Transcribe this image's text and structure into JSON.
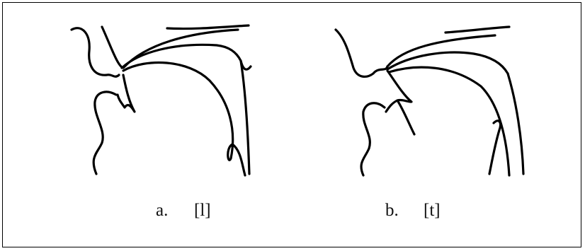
{
  "figure": {
    "panels": [
      {
        "letter": "a.",
        "symbol": "[l]"
      },
      {
        "letter": "b.",
        "symbol": "[t]"
      }
    ],
    "colors": {
      "line": "#000000",
      "background": "#ffffff",
      "border": "#000000"
    }
  }
}
